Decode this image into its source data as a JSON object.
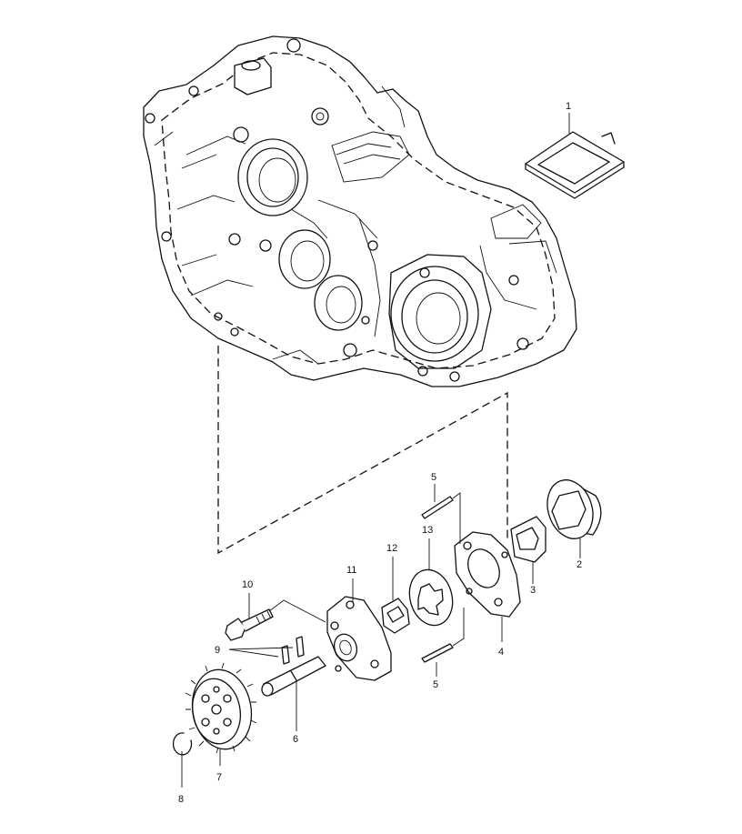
{
  "callouts": [
    {
      "id": "1",
      "label": "1"
    },
    {
      "id": "2",
      "label": "2"
    },
    {
      "id": "3",
      "label": "3"
    },
    {
      "id": "4",
      "label": "4"
    },
    {
      "id": "5a",
      "label": "5"
    },
    {
      "id": "5b",
      "label": "5"
    },
    {
      "id": "6",
      "label": "6"
    },
    {
      "id": "7",
      "label": "7"
    },
    {
      "id": "8",
      "label": "8"
    },
    {
      "id": "9",
      "label": "9"
    },
    {
      "id": "10",
      "label": "10"
    },
    {
      "id": "11",
      "label": "11"
    },
    {
      "id": "12",
      "label": "12"
    },
    {
      "id": "13",
      "label": "13"
    }
  ]
}
